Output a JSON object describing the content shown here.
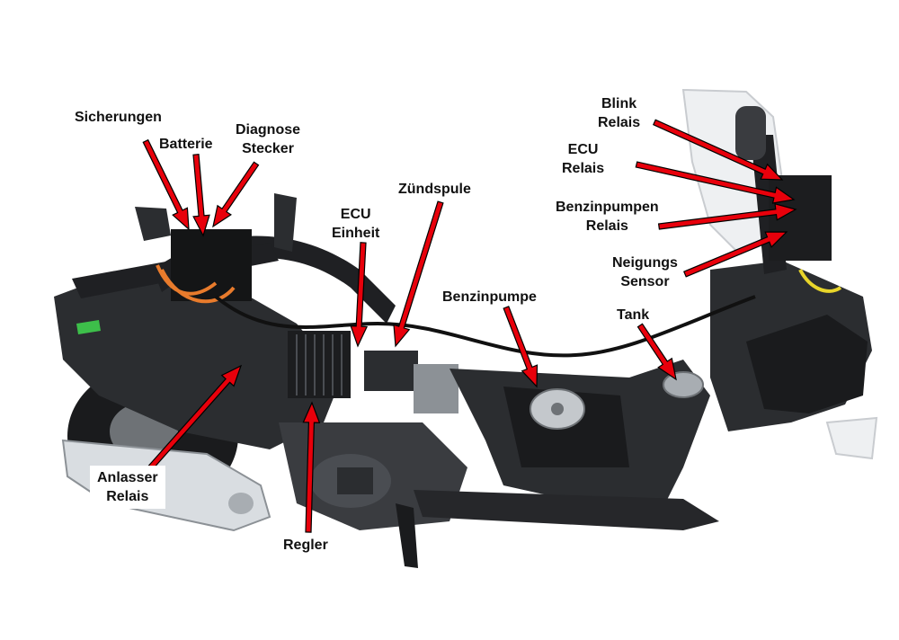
{
  "colors": {
    "arrow_fill": "#e8000b",
    "arrow_stroke": "#000000",
    "frame": "#2b2d30",
    "frame_dark": "#1a1b1d",
    "panel": "#d9dde1",
    "chrome": "#a8adb2",
    "wire_orange": "#e87b2c",
    "wire_yellow": "#e8d52a",
    "wire_green": "#3dbf4a"
  },
  "labels": {
    "sicherungen": [
      "Sicherungen"
    ],
    "batterie": [
      "Batterie"
    ],
    "diagnose_stecker": [
      "Diagnose",
      "Stecker"
    ],
    "ecu_einheit": [
      "ECU",
      "Einheit"
    ],
    "zuendspule": [
      "Zündspule"
    ],
    "benzinpumpe": [
      "Benzinpumpe"
    ],
    "tank": [
      "Tank"
    ],
    "blink_relais": [
      "Blink",
      "Relais"
    ],
    "ecu_relais": [
      "ECU",
      "Relais"
    ],
    "benzinpumpen_relais": [
      "Benzinpumpen",
      "Relais"
    ],
    "neigungs_sensor": [
      "Neigungs",
      "Sensor"
    ],
    "anlasser_relais": [
      "Anlasser",
      "Relais"
    ],
    "regler": [
      "Regler"
    ]
  }
}
